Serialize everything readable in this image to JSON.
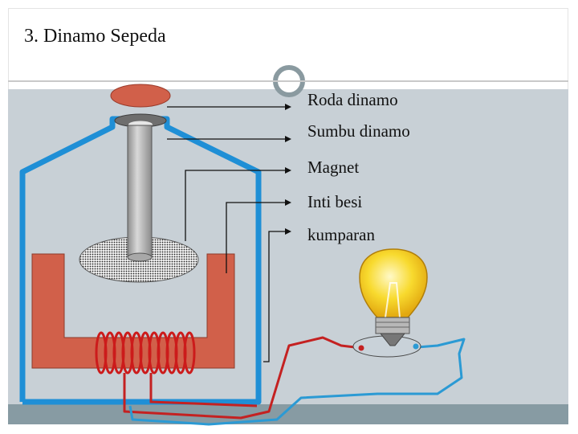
{
  "slide": {
    "title": "3. Dinamo Sepeda"
  },
  "labels": [
    "Roda dinamo",
    "Sumbu dinamo",
    "Magnet",
    "Inti besi",
    "kumparan"
  ],
  "colors": {
    "panel_background": "#c8d0d6",
    "bottom_band": "#879ba3",
    "magnet": "#d1604a",
    "frame_wire": "#1f8fd6",
    "coil": "#cc1b1b",
    "red_wire": "#c42121",
    "blue_wire": "#2b9ad4",
    "bulb": "#f6d321"
  }
}
